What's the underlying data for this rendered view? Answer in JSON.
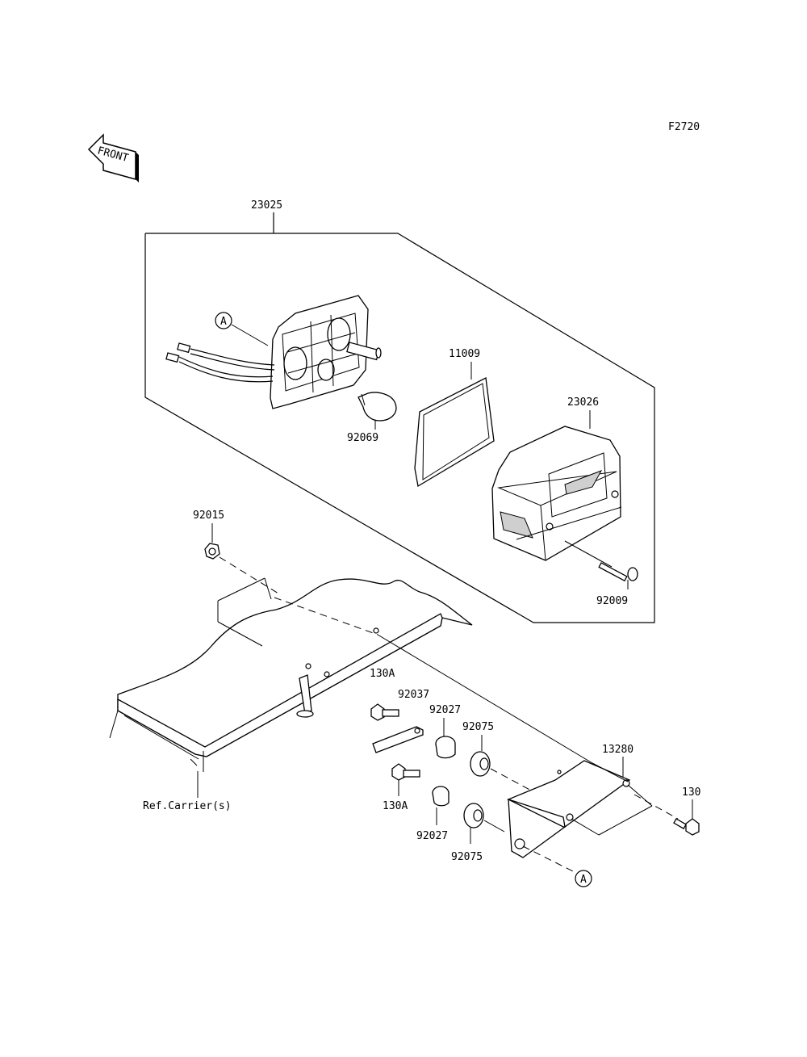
{
  "figure_code": "F2720",
  "front_arrow": {
    "text": "FRONT"
  },
  "ref_note": "Ref.Carrier(s)",
  "callouts": {
    "p23025": "23025",
    "p11009": "11009",
    "p23026": "23026",
    "p92069": "92069",
    "p92015": "92015",
    "p92009": "92009",
    "p130A_top": "130A",
    "p92037": "92037",
    "p92027_top": "92027",
    "p92075_top": "92075",
    "p13280": "13280",
    "p130": "130",
    "p130A_bottom": "130A",
    "p92027_bottom": "92027",
    "p92075_bottom": "92075",
    "ref_a_top": "A",
    "ref_a_bottom": "A"
  }
}
